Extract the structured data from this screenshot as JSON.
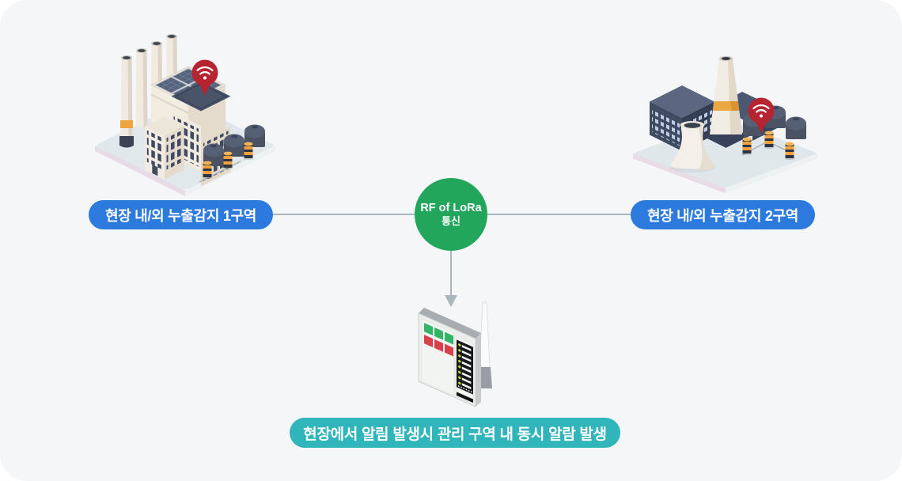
{
  "diagram": {
    "zone1": {
      "label": "현장 내/외 누출감지 1구역"
    },
    "zone2": {
      "label": "현장 내/외 누출감지 2구역"
    },
    "hub": {
      "title": "RF of LoRa",
      "subtitle": "통신"
    },
    "alarm": {
      "label": "현장에서 알림 발생시 관리 구역 내 동시 알람 발생"
    }
  },
  "colors": {
    "canvas_bg": "#f5f6f7",
    "zone_badge_bg": "#2d7adf",
    "alarm_badge_bg": "#30b5ba",
    "hub_circle_bg": "#21a65b",
    "connector_line": "#a9b6bd",
    "wifi_pin_red": "#b42531",
    "badge_text": "#ffffff"
  },
  "icons": {
    "factory1": "factory-building-illustration",
    "factory1_pin": "wifi-pin-icon",
    "factory2": "power-plant-illustration",
    "factory2_pin": "wifi-pin-icon",
    "receiver": "alarm-receiver-antenna-illustration",
    "down_arrow": "arrow-down-icon"
  }
}
